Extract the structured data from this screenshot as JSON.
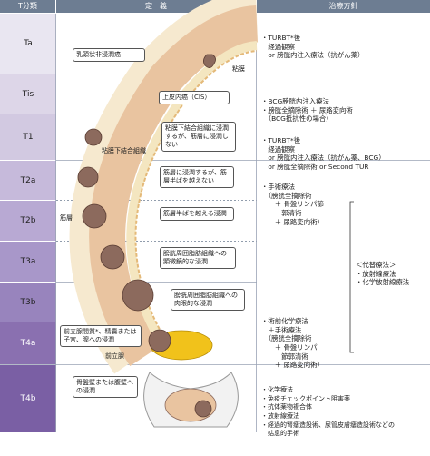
{
  "header": {
    "col1": "T分類",
    "col2": "定　義",
    "col3": "治療方針"
  },
  "stages": [
    {
      "label": "Ta"
    },
    {
      "label": "Tis"
    },
    {
      "label": "T1"
    },
    {
      "label": "T2a"
    },
    {
      "label": "T2b"
    },
    {
      "label": "T3a"
    },
    {
      "label": "T3b"
    },
    {
      "label": "T4a"
    },
    {
      "label": "T4b"
    }
  ],
  "colors": {
    "header": "#6d7d92",
    "stage_shades": [
      "#e9e6f1",
      "#ddd6e8",
      "#d2c9e1",
      "#c6badb",
      "#b8a9d3",
      "#a897c9",
      "#9884bd",
      "#8a70b0",
      "#7a5fa4"
    ],
    "muscle": "#e9c4a0",
    "mucosa": "#f4e6c0",
    "tumor": "#8c6a5d",
    "prostate": "#f1c21b"
  },
  "definitions": {
    "ta": "乳頭状非浸潤癌",
    "mucosa": "粘膜",
    "tis": "上皮内癌（CIS）",
    "t1": "粘膜下結合組織に浸潤するが、筋層に浸潤しない",
    "submucosa": "粘膜下結合組織",
    "t2a": "筋層に浸潤するが、筋層半ばを越えない",
    "t2b": "筋層半ばを越える浸潤",
    "muscle": "筋層",
    "t3a": "膀胱周囲脂肪組織への顕微鏡的な浸潤",
    "t3b": "膀胱周囲脂肪組織への肉眼的な浸潤",
    "t4a": "前立腺間質*、精嚢または子宮、膣への浸潤",
    "prostate": "前立腺",
    "t4b": "骨盤壁または腹壁への浸潤"
  },
  "treatment": {
    "ta": [
      "・TURBT*後",
      "　経過観察",
      "　or 膀胱内注入療法（抗がん薬）"
    ],
    "tis": [
      "・BCG膀胱内注入療法",
      "・膀胱全摘除術 ＋ 尿路変向術",
      "　（BCG抵抗性の場合）"
    ],
    "t1": [
      "・TURBT*後",
      "　経過観察",
      "　or 膀胱内注入療法（抗がん薬、BCG）",
      "　or 膀胱全摘除術 or Second TUR"
    ],
    "t2": [
      "・手術療法",
      "　（膀胱全摘除術",
      "　　＋ 骨盤リンパ節",
      "　　　郭清術",
      "　　＋ 尿路変向術）"
    ],
    "t3": [
      "・術前化学療法",
      "　＋手術療法",
      "　（膀胱全摘除術",
      "　　＋ 骨盤リンパ",
      "　　　節郭清術",
      "　　＋ 尿路変向術）"
    ],
    "alt": [
      "＜代替療法＞",
      "・放射線療法",
      "・化学放射線療法"
    ],
    "t4b": [
      "・化学療法",
      "・免疫チェックポイント阻害薬",
      "・抗体薬物複合体",
      "・放射線療法",
      "・経過的腎瘻造設術、尿管皮膚瘻造設術などの",
      "　姑息的手術"
    ]
  }
}
